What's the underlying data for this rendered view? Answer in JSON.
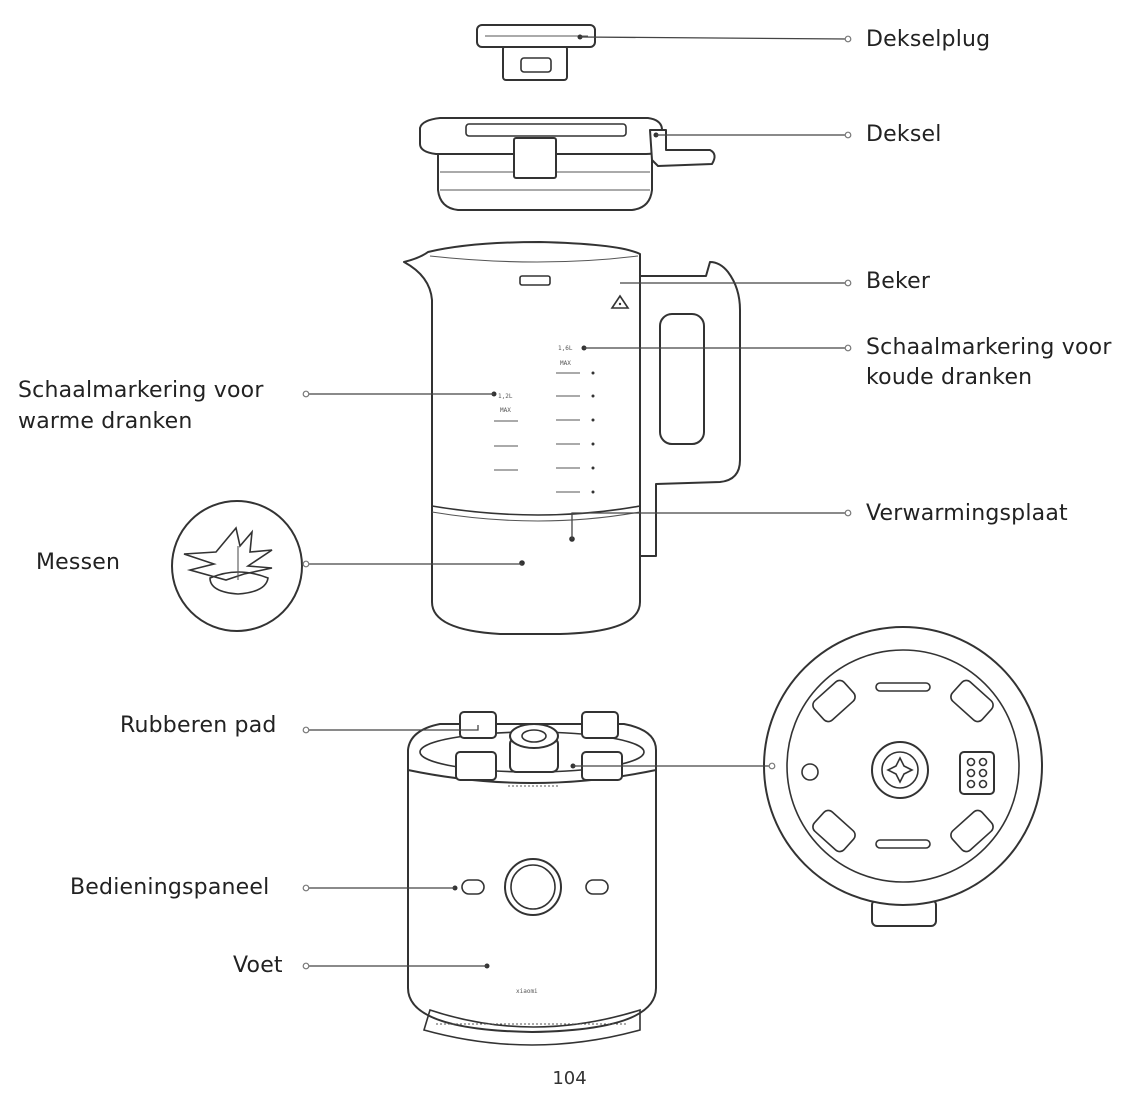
{
  "labels": {
    "deksel_plug": "Dekselplug",
    "deksel": "Deksel",
    "beker": "Beker",
    "cold_scale_line1": "Schaalmarkering voor",
    "cold_scale_line2": "koude dranken",
    "warm_scale_line1": "Schaalmarkering voor",
    "warm_scale_line2": "warme dranken",
    "heating_plate": "Verwarmingsplaat",
    "blades": "Messen",
    "rubber_pad": "Rubberen pad",
    "control_panel": "Bedieningspaneel",
    "base": "Voet"
  },
  "page_number": "104"
}
